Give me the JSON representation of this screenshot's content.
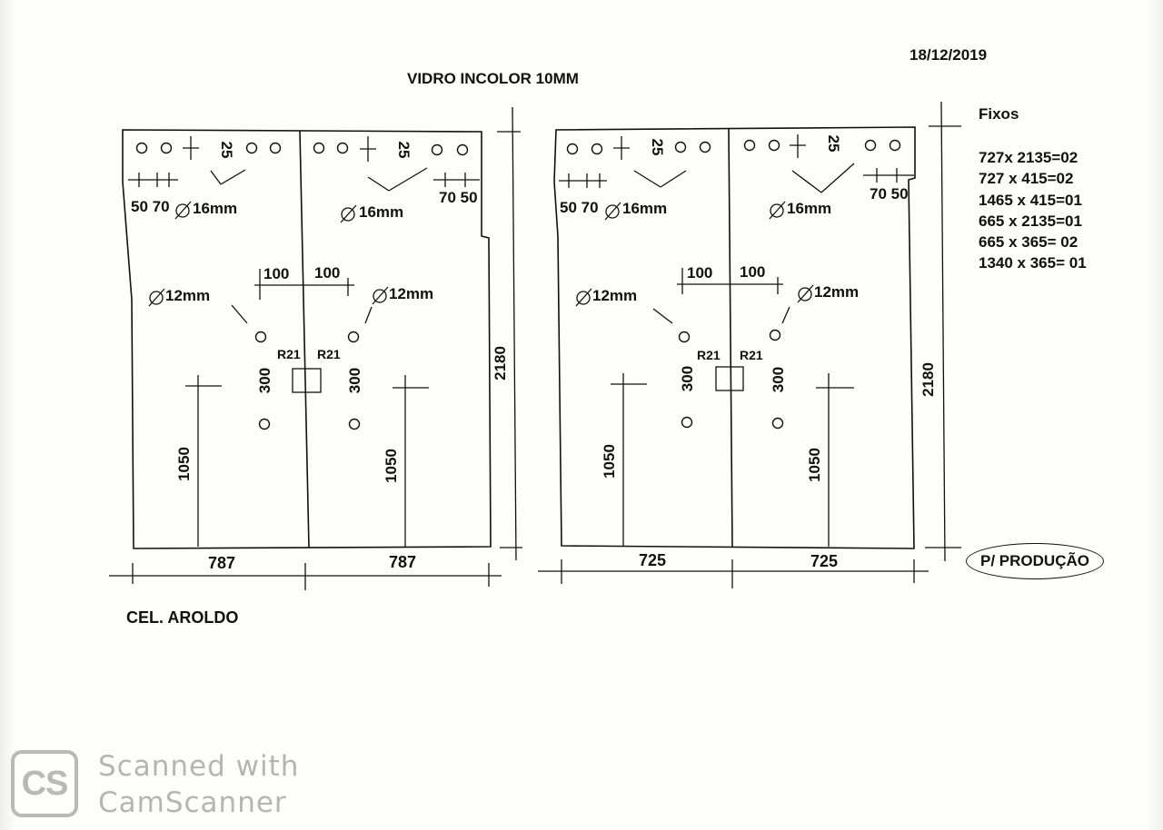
{
  "header": {
    "date": "18/12/2019",
    "title": "VIDRO INCOLOR 10MM"
  },
  "fixos": {
    "title": "Fixos",
    "items": [
      "727x 2135=02",
      "727 x 415=02",
      "1465 x 415=01",
      "665 x 2135=01",
      "665 x 365= 02",
      "1340 x 365= 01"
    ]
  },
  "footer": {
    "client": "CEL. AROLDO",
    "production_badge": "P/ PRODUÇÃO"
  },
  "drawings": [
    {
      "name": "left",
      "offset_left": "50 70",
      "offset_right": "70 50",
      "top_dim": "25",
      "hole16": "16mm",
      "hole12": "12mm",
      "center_offset": "100",
      "radius": "R21",
      "hole_spacing": "300",
      "handle_height": "1050",
      "height": "2180",
      "panel_width": "787"
    },
    {
      "name": "right",
      "offset_left": "50 70",
      "offset_right": "70 50",
      "top_dim": "25",
      "hole16": "16mm",
      "hole12": "12mm",
      "center_offset": "100",
      "radius": "R21",
      "hole_spacing": "300",
      "handle_height": "1050",
      "height": "2180",
      "panel_width": "725"
    }
  ],
  "watermark": {
    "logo": "CS",
    "line1": "Scanned with",
    "line2": "CamScanner"
  }
}
